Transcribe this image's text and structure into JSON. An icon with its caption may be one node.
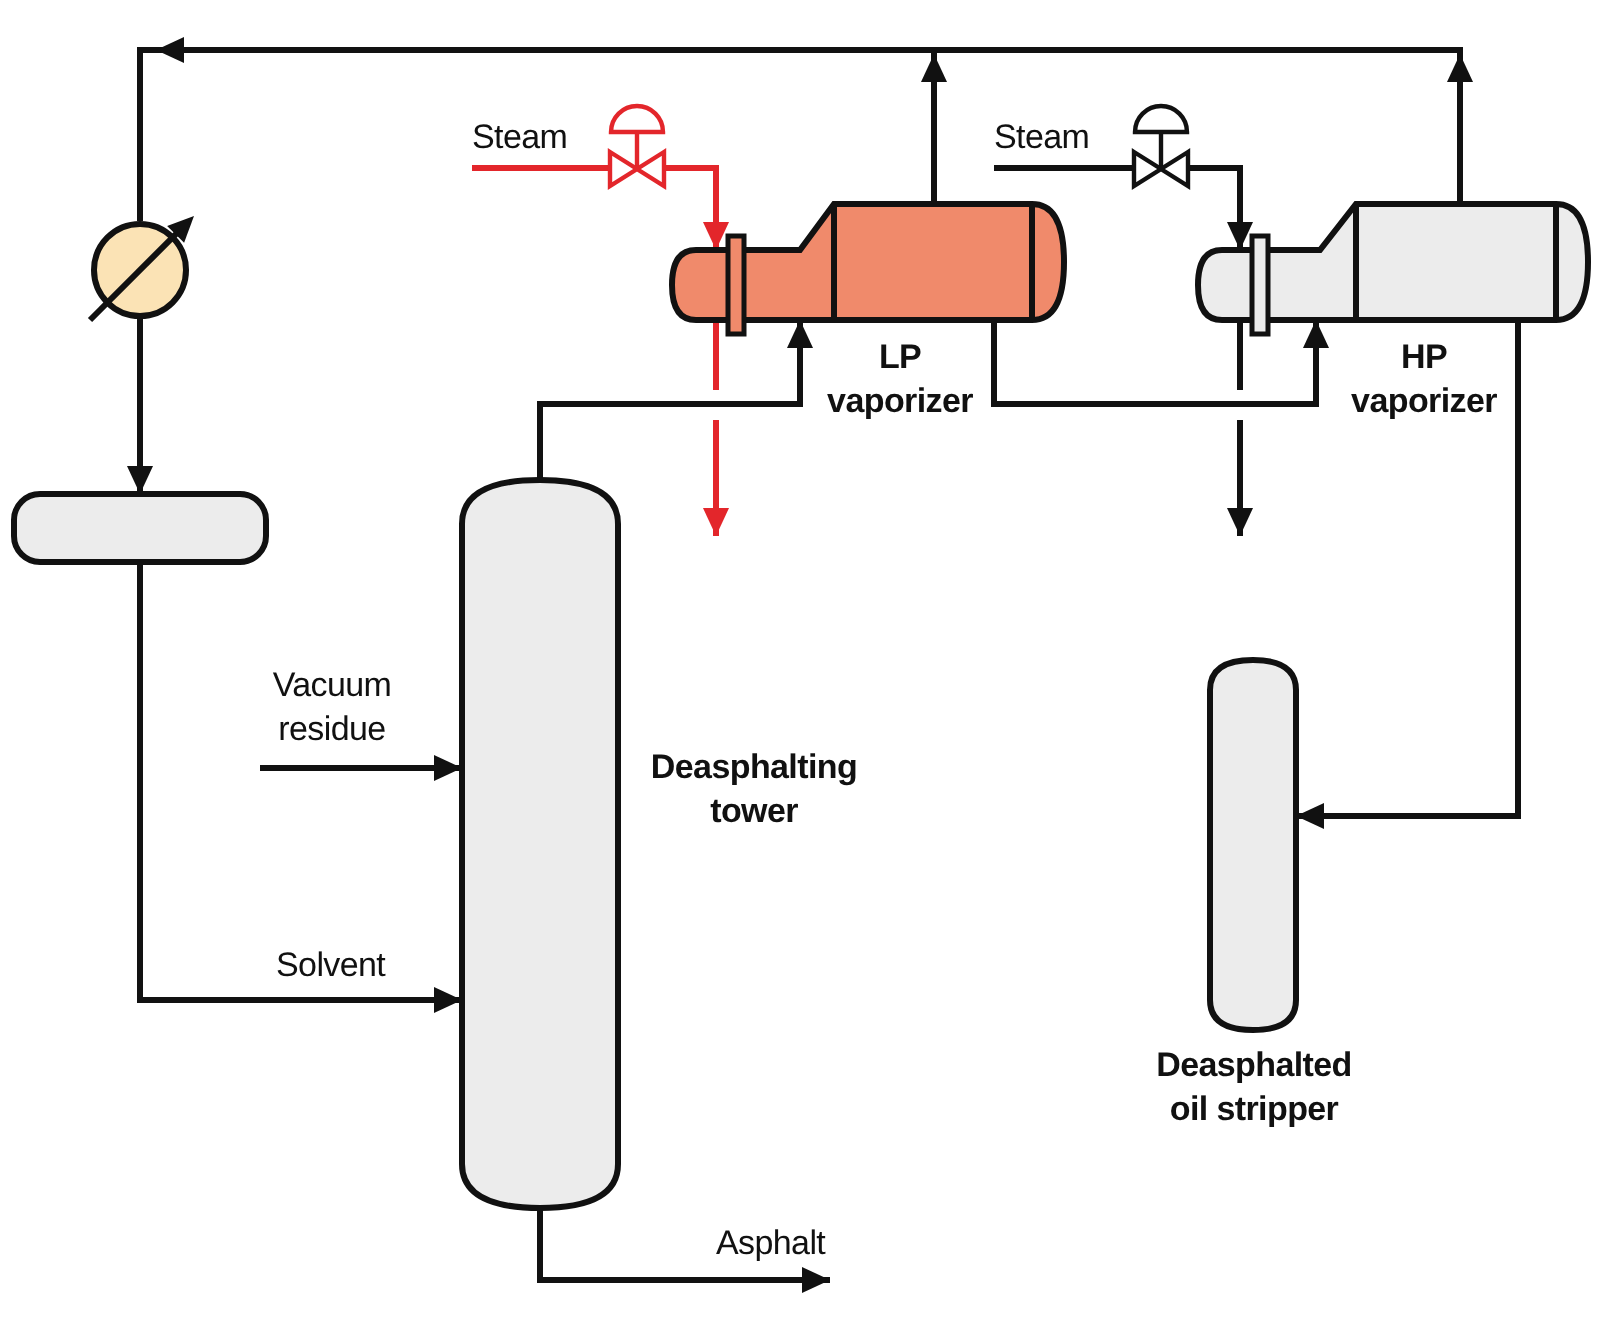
{
  "diagram": {
    "nodes": [
      {
        "text": [],
        "shape": "circle"
      },
      {
        "text": [],
        "shape": "valve"
      },
      {
        "text": [],
        "shape": "valve"
      },
      {
        "text": [
          "LP vaporizer"
        ]
      },
      {
        "text": [
          "HP vaporizer"
        ]
      },
      {
        "text": [],
        "shape": "cylinder"
      },
      {
        "text": [
          "Deasphalting tower"
        ]
      },
      {
        "text": [
          "Deasphalted oil stripper"
        ]
      }
    ],
    "edges": [
      {
        "from": null,
        "to": 1,
        "arrow": "none",
        "label": "Steam",
        "color": "#e3262b"
      },
      {
        "from": 1,
        "to": 3,
        "arrow": "to",
        "color": "#e3262b"
      },
      {
        "from": 3,
        "to": null,
        "arrow": "to",
        "color": "#e3262b"
      },
      {
        "from": null,
        "to": 2,
        "arrow": "none",
        "label": "Steam"
      },
      {
        "from": 2,
        "to": 4,
        "arrow": "to"
      },
      {
        "from": 4,
        "to": null,
        "arrow": "to"
      },
      {
        "from": 3,
        "to": 0,
        "arrow": "to"
      },
      {
        "from": 4,
        "to": 0,
        "arrow": "to"
      },
      {
        "from": 0,
        "to": 5,
        "arrow": "to"
      },
      {
        "from": 5,
        "to": 6,
        "arrow": "to",
        "label": "Solvent"
      },
      {
        "from": null,
        "to": 6,
        "arrow": "to",
        "label": "Vacuum residue"
      },
      {
        "from": 6,
        "to": 3,
        "arrow": "to"
      },
      {
        "from": 3,
        "to": 4,
        "arrow": "to"
      },
      {
        "from": 4,
        "to": 7,
        "arrow": "to"
      },
      {
        "from": 6,
        "to": null,
        "arrow": "to",
        "label": "Asphalt"
      }
    ]
  }
}
